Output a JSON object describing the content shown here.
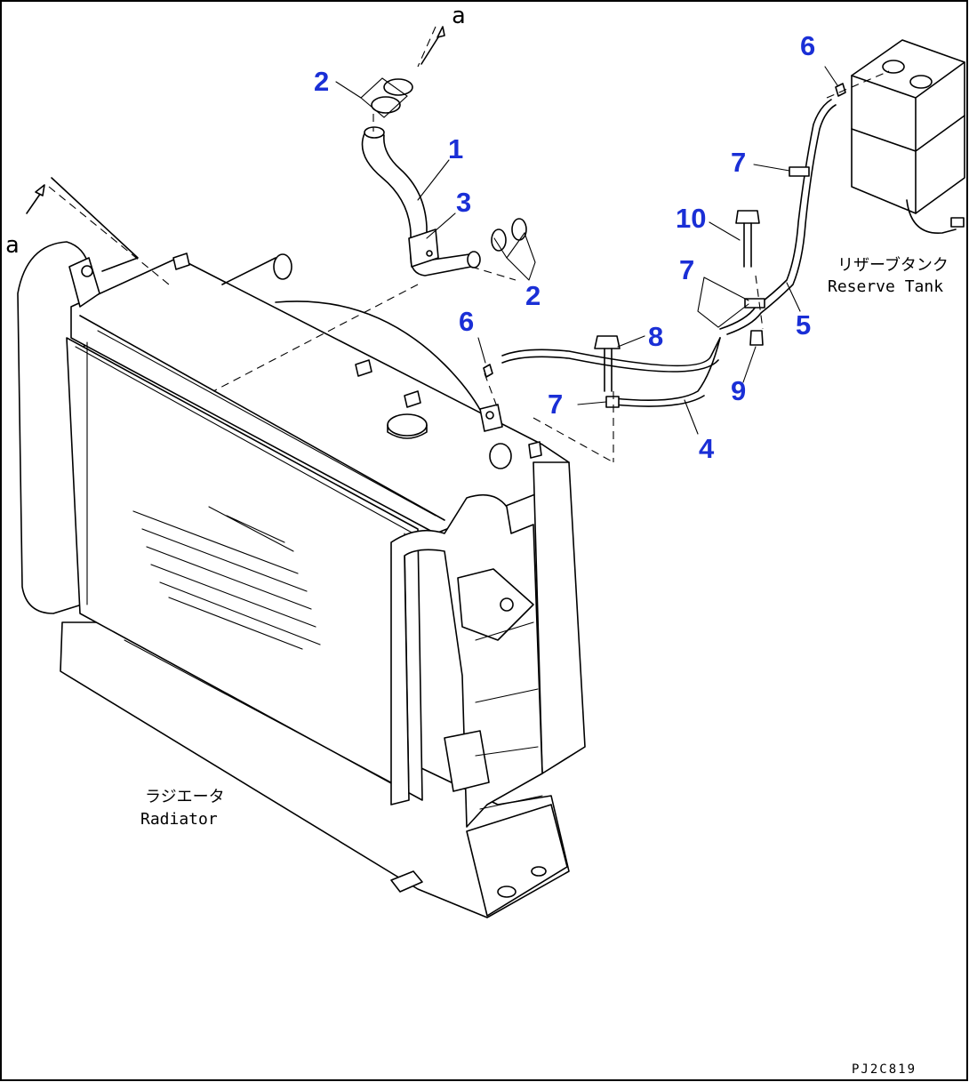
{
  "callouts": {
    "c1": "1",
    "c2a": "2",
    "c2b": "2",
    "c3": "3",
    "c4": "4",
    "c5": "5",
    "c6a": "6",
    "c6b": "6",
    "c7a": "7",
    "c7b": "7",
    "c7c": "7",
    "c8": "8",
    "c9": "9",
    "c10": "10"
  },
  "labels": {
    "reserve_tank_jp": "リザーブタンク",
    "reserve_tank_en": "Reserve Tank",
    "radiator_jp": "ラジエータ",
    "radiator_en": "Radiator"
  },
  "reference_marks": {
    "a_top": "a",
    "a_left": "a"
  },
  "drawing_code": "PJ2C819",
  "colors": {
    "callout": "#1a2fd6",
    "line": "#000000",
    "background": "#ffffff"
  }
}
